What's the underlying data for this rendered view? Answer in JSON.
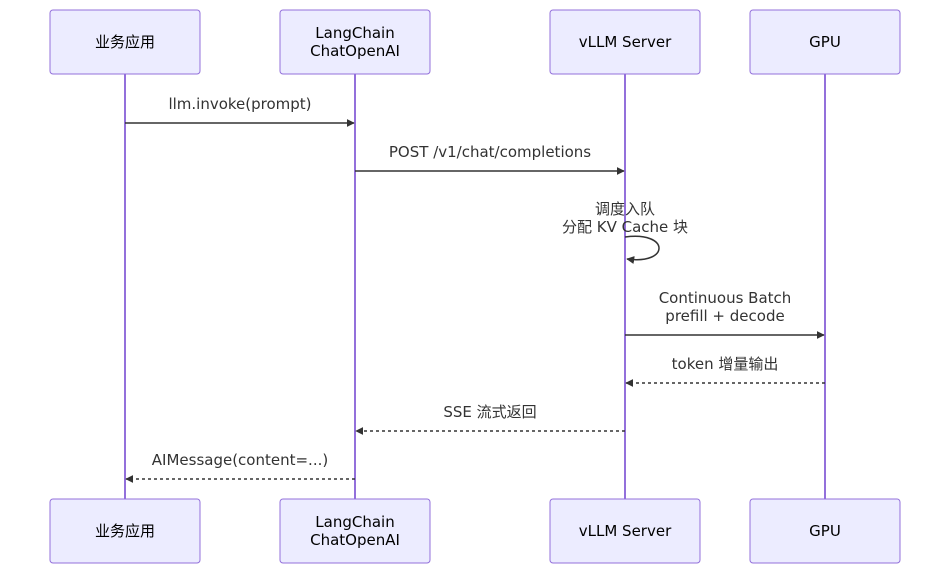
{
  "participants": [
    {
      "id": "app",
      "lines": [
        "业务应用"
      ]
    },
    {
      "id": "langchain",
      "lines": [
        "LangChain",
        "ChatOpenAI"
      ]
    },
    {
      "id": "vllm",
      "lines": [
        "vLLM Server"
      ]
    },
    {
      "id": "gpu",
      "lines": [
        "GPU"
      ]
    }
  ],
  "messages": [
    {
      "from": "app",
      "to": "langchain",
      "style": "solid",
      "lines": [
        "llm.invoke(prompt)"
      ]
    },
    {
      "from": "langchain",
      "to": "vllm",
      "style": "solid",
      "lines": [
        "POST /v1/chat/completions"
      ]
    },
    {
      "from": "vllm",
      "to": "vllm",
      "style": "solid",
      "lines": [
        "调度入队",
        "分配 KV Cache 块"
      ]
    },
    {
      "from": "vllm",
      "to": "gpu",
      "style": "solid",
      "lines": [
        "Continuous Batch",
        "prefill + decode"
      ]
    },
    {
      "from": "gpu",
      "to": "vllm",
      "style": "dashed",
      "lines": [
        "token 增量输出"
      ]
    },
    {
      "from": "vllm",
      "to": "langchain",
      "style": "dashed",
      "lines": [
        "SSE 流式返回"
      ]
    },
    {
      "from": "langchain",
      "to": "app",
      "style": "dashed",
      "lines": [
        "AIMessage(content=...)"
      ]
    }
  ],
  "colors": {
    "actor_fill": "#ECECFF",
    "actor_stroke": "#9370DB",
    "lifeline": "#9370DB",
    "message": "#333333"
  }
}
